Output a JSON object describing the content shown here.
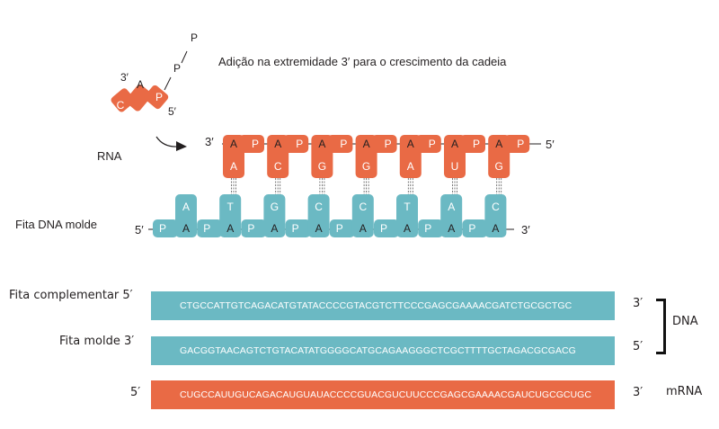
{
  "colors": {
    "orange": "#e96a45",
    "teal": "#6bb9c3",
    "text": "#231f20"
  },
  "caption": "Adição na extremidade 3′ para o crescimento da cadeia",
  "free_nucleotide": {
    "end3": "3′",
    "end5": "5′",
    "base_a": "A",
    "base_c": "C",
    "p1": "P",
    "p2": "P",
    "p3": "P"
  },
  "rna": {
    "label": "RNA",
    "end3": "3′",
    "end5": "5′",
    "backbone_a": "A",
    "backbone_p": "P",
    "bases": [
      "A",
      "C",
      "G",
      "G",
      "A",
      "U",
      "G"
    ]
  },
  "template": {
    "label": "Fita DNA molde",
    "end5": "5′",
    "end3": "3′",
    "backbone_a": "A",
    "backbone_p": "P",
    "bases": [
      "A",
      "T",
      "G",
      "C",
      "C",
      "T",
      "A",
      "C"
    ]
  },
  "strands": {
    "complementary": {
      "label": "Fita complementar 5′",
      "sequence": "CTGCCATTGTCAGACATGTATACCCCGTACGTCTTCCCGAGCGAAAACGATCTGCGCTGC",
      "end": "3′"
    },
    "template": {
      "label": "Fita molde 3′",
      "sequence": "GACGGTAACAGTCTGTACATATGGGGCATGCAGAAGGGCTCGCTTTTGCTAGACGCGACG",
      "end": "5′"
    },
    "mrna": {
      "start": "5′",
      "sequence": "CUGCCAUUGUCAGACAUGUAUACCCCGUACGUCUUCCCGAGCGAAAACGAUCUGCGCUGC",
      "end": "3′",
      "label": "mRNA"
    },
    "dna_label": "DNA"
  }
}
